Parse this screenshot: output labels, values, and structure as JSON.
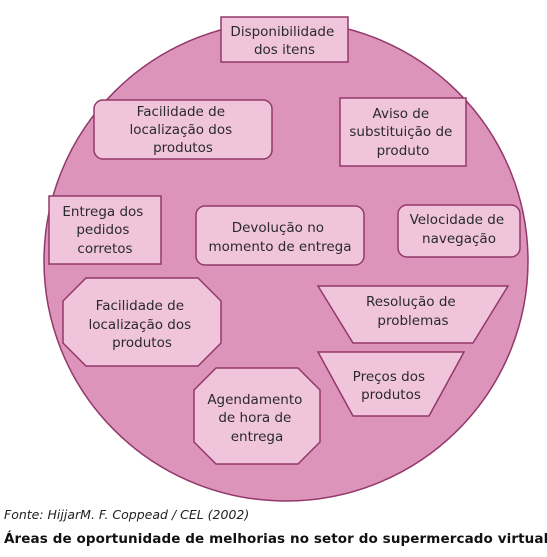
{
  "colors": {
    "circle_fill": "#dc94bb",
    "circle_stroke": "#93386a",
    "box_fill": "#f0c5dc",
    "box_stroke": "#93386a"
  },
  "items": {
    "disponibilidade": [
      "Disponibilidade",
      "dos itens"
    ],
    "facilidade_top": [
      "Facilidade de",
      "localização dos",
      "produtos"
    ],
    "aviso": [
      "Aviso de",
      "substituição de",
      "produto"
    ],
    "entrega": [
      "Entrega dos",
      "pedidos",
      "corretos"
    ],
    "devolucao": [
      "Devolução no",
      "momento de entrega"
    ],
    "velocidade": [
      "Velocidade de",
      "navegação"
    ],
    "facilidade_oct": [
      "Facilidade de",
      "localização dos",
      "produtos"
    ],
    "resolucao": [
      "Resolução de",
      "problemas"
    ],
    "agendamento": [
      "Agendamento",
      "de hora de",
      "entrega"
    ],
    "precos": [
      "Preços dos",
      "produtos"
    ]
  },
  "source": "Fonte: HijjarM. F. Coppead / CEL (2002)",
  "caption": "Áreas de oportunidade de melhorias no setor do supermercado virtual"
}
